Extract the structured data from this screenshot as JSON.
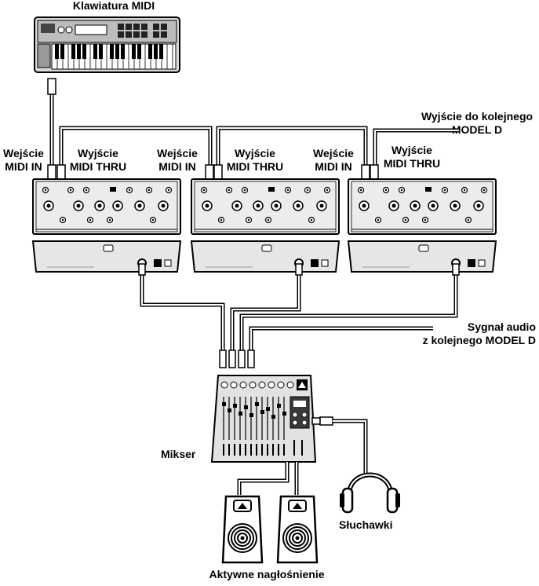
{
  "labels": {
    "keyboard": "Klawiatura MIDI",
    "midi_in_line1": "Wejście",
    "midi_in_line2": "MIDI IN",
    "midi_thru_line1": "Wyjście",
    "midi_thru_line2": "MIDI THRU",
    "next_model_out_line1": "Wyjście do kolejnego",
    "next_model_out_line2": "MODEL D",
    "audio_signal_line1": "Sygnał audio",
    "audio_signal_line2": "z kolejnego MODEL D",
    "mixer": "Mikser",
    "headphones": "Słuchawki",
    "speakers": "Aktywne nagłośnienie"
  },
  "colors": {
    "ink": "#000000",
    "device_fill": "#e6e6e6",
    "panel_dark": "#3a3a3a",
    "cable_fill": "#ffffff"
  }
}
